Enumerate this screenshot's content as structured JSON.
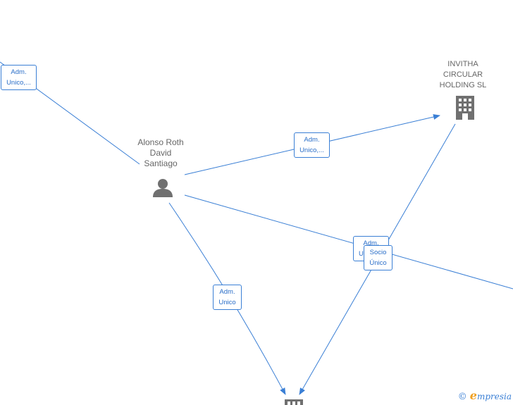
{
  "nodes": {
    "person": {
      "name_lines": [
        "Alonso Roth",
        "David",
        "Santiago"
      ],
      "icon": "person-icon"
    },
    "company": {
      "name_lines": [
        "INVITHA",
        "CIRCULAR",
        "HOLDING  SL"
      ],
      "icon": "building-icon"
    },
    "bottom_company": {
      "icon": "building-icon"
    }
  },
  "edge_labels": {
    "top_left": [
      "Adm.",
      "Unico,..."
    ],
    "person_to_company": [
      "Adm.",
      "Unico,..."
    ],
    "person_to_bottom": [
      "Adm.",
      "Unico"
    ],
    "person_to_right_partial": [
      "Adm.",
      "Unico"
    ],
    "company_to_bottom": [
      "Socio",
      "Único"
    ]
  },
  "brand": {
    "copyright": "©",
    "initial": "e",
    "name": "mpresia"
  },
  "colors": {
    "edge": "#3a7fd5",
    "node_icon": "#707070",
    "label_text": "#666666"
  }
}
